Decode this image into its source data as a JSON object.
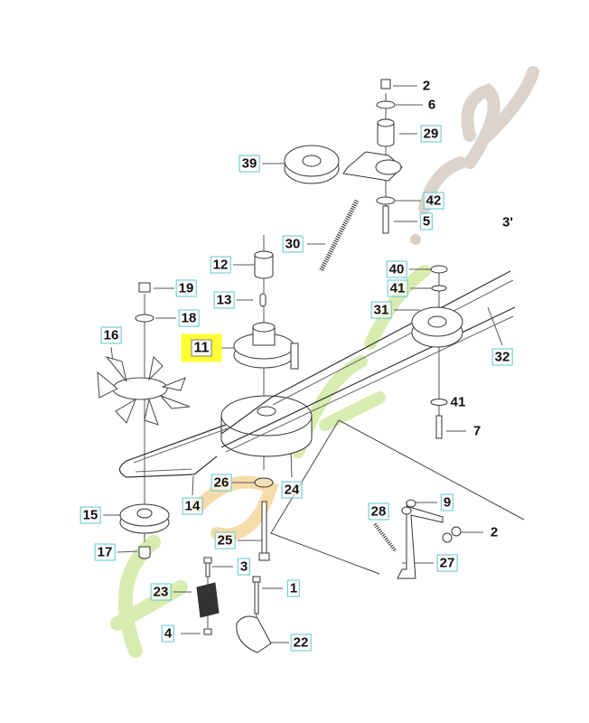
{
  "diagram": {
    "watermark": "forestjardin.com",
    "highlight_color": "#ffff33",
    "label_border_color": "#5cc6d0",
    "highlighted_part": "11",
    "labels": [
      {
        "id": "2",
        "boxed": false
      },
      {
        "id": "6",
        "boxed": false
      },
      {
        "id": "29",
        "boxed": true
      },
      {
        "id": "39",
        "boxed": true
      },
      {
        "id": "42",
        "boxed": true
      },
      {
        "id": "5",
        "boxed": true
      },
      {
        "id": "3'",
        "boxed": false
      },
      {
        "id": "30",
        "boxed": true
      },
      {
        "id": "12",
        "boxed": true
      },
      {
        "id": "40",
        "boxed": true
      },
      {
        "id": "13",
        "boxed": true
      },
      {
        "id": "41",
        "boxed": true
      },
      {
        "id": "19",
        "boxed": true
      },
      {
        "id": "18",
        "boxed": true
      },
      {
        "id": "31",
        "boxed": true
      },
      {
        "id": "16",
        "boxed": true
      },
      {
        "id": "11",
        "boxed": true
      },
      {
        "id": "32",
        "boxed": true
      },
      {
        "id": "41",
        "boxed": false
      },
      {
        "id": "7",
        "boxed": false
      },
      {
        "id": "26",
        "boxed": true
      },
      {
        "id": "24",
        "boxed": true
      },
      {
        "id": "14",
        "boxed": true
      },
      {
        "id": "15",
        "boxed": true
      },
      {
        "id": "9",
        "boxed": true
      },
      {
        "id": "28",
        "boxed": true
      },
      {
        "id": "2",
        "boxed": false
      },
      {
        "id": "25",
        "boxed": true
      },
      {
        "id": "17",
        "boxed": true
      },
      {
        "id": "3",
        "boxed": true
      },
      {
        "id": "27",
        "boxed": true
      },
      {
        "id": "1",
        "boxed": true
      },
      {
        "id": "23",
        "boxed": true
      },
      {
        "id": "4",
        "boxed": true
      },
      {
        "id": "22",
        "boxed": true
      }
    ]
  }
}
